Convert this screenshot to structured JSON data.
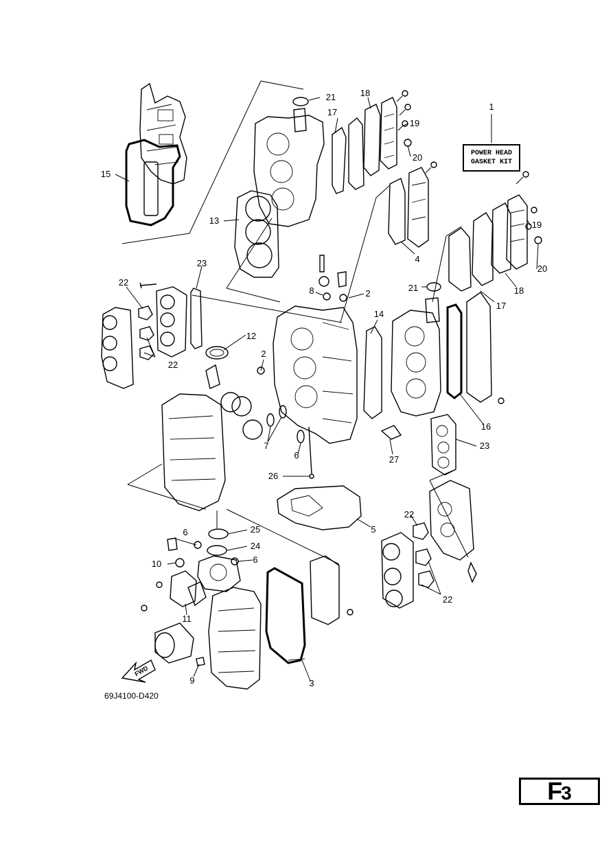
{
  "kit_box": {
    "line1": "POWER HEAD",
    "line2": "GASKET KIT"
  },
  "fwd_label": "FWD",
  "reference_code": "69J4100-D420",
  "page_label": {
    "letter": "F",
    "number": "3"
  },
  "callouts": {
    "c1": "1",
    "c2a": "2",
    "c2b": "2",
    "c3": "3",
    "c4": "4",
    "c5": "5",
    "c6a": "6",
    "c6b": "6",
    "c6c": "6",
    "c7": "7",
    "c8": "8",
    "c9": "9",
    "c10": "10",
    "c11": "11",
    "c12": "12",
    "c13": "13",
    "c14": "14",
    "c15": "15",
    "c16": "16",
    "c17a": "17",
    "c17b": "17",
    "c18a": "18",
    "c18b": "18",
    "c19a": "19",
    "c19b": "19",
    "c20a": "20",
    "c20b": "20",
    "c21a": "21",
    "c21b": "21",
    "c22a": "22",
    "c22b": "22",
    "c22c": "22",
    "c22d": "22",
    "c23a": "23",
    "c23b": "23",
    "c24": "24",
    "c25": "25",
    "c26": "26",
    "c27": "27"
  }
}
